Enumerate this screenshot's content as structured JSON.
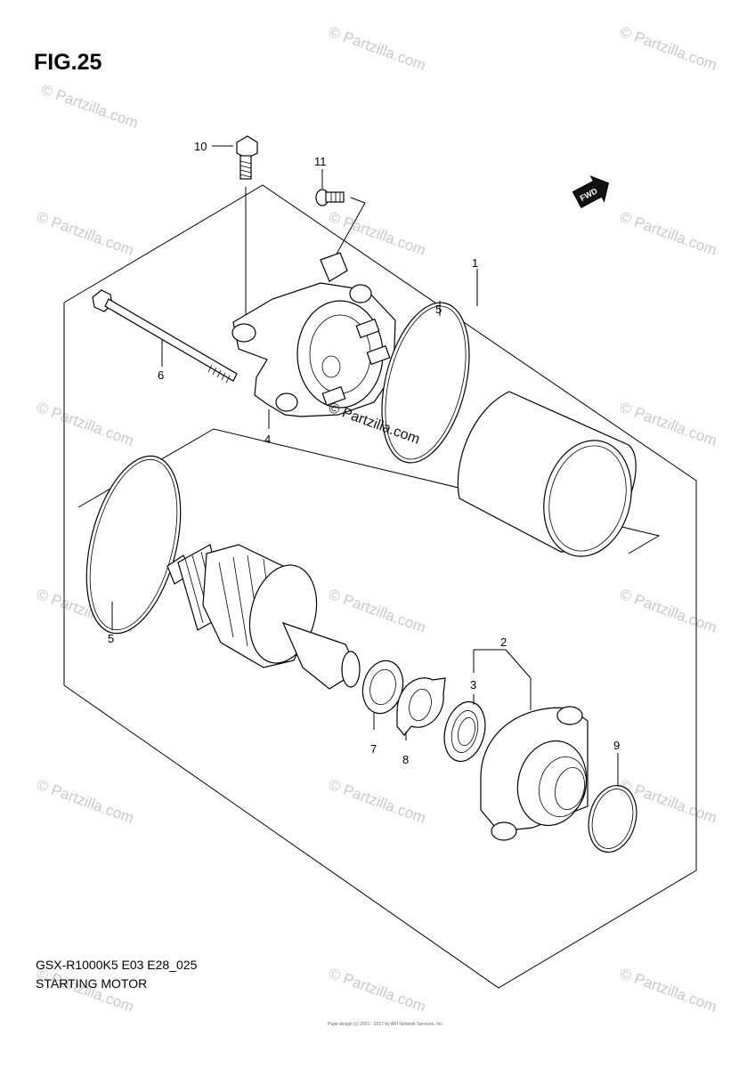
{
  "figure": {
    "title": "FIG.25",
    "model_code": "GSX-R1000K5 E03 E28_025",
    "assembly_name": "STARTING MOTOR",
    "fine_print": [
      "Page design (c) 2001 - 2017 by ARI Network Services, Inc."
    ]
  },
  "watermark": {
    "text": "© Partzilla.com",
    "center_text": "© Partzilla.com"
  },
  "arrow_label": "FWD",
  "callouts": [
    "1",
    "2",
    "3",
    "4",
    "5",
    "5",
    "6",
    "7",
    "8",
    "9",
    "10",
    "11"
  ]
}
